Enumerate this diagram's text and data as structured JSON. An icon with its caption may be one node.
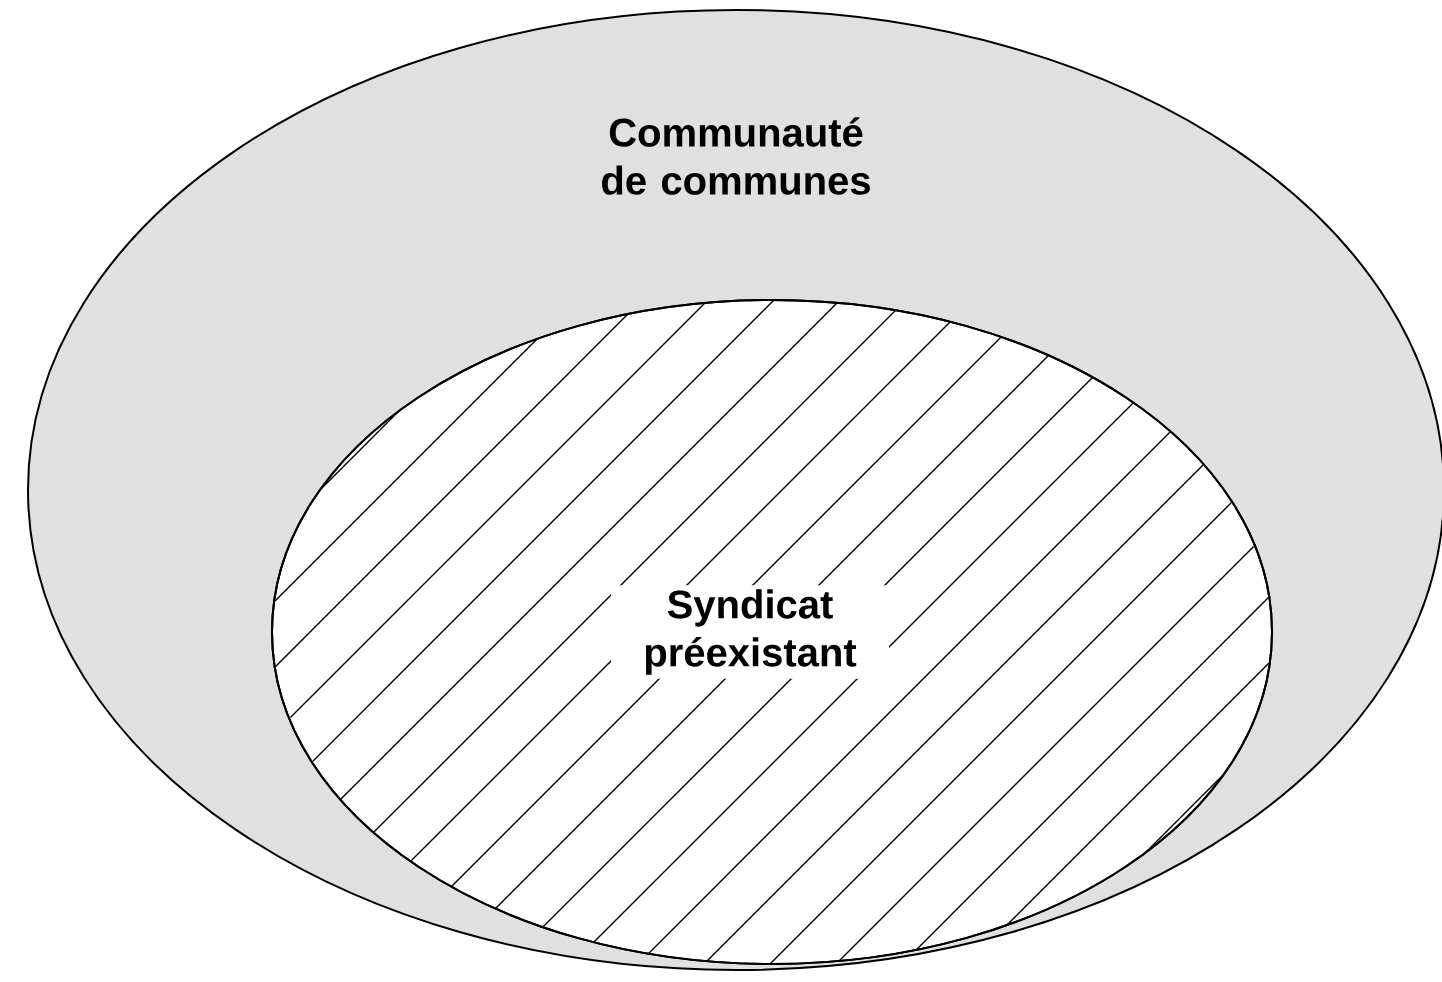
{
  "diagram": {
    "nodes": [
      {
        "text": [
          "Communauté de communes"
        ]
      },
      {
        "text": [
          "Syndicat préexistant"
        ],
        "in": 0
      }
    ]
  }
}
